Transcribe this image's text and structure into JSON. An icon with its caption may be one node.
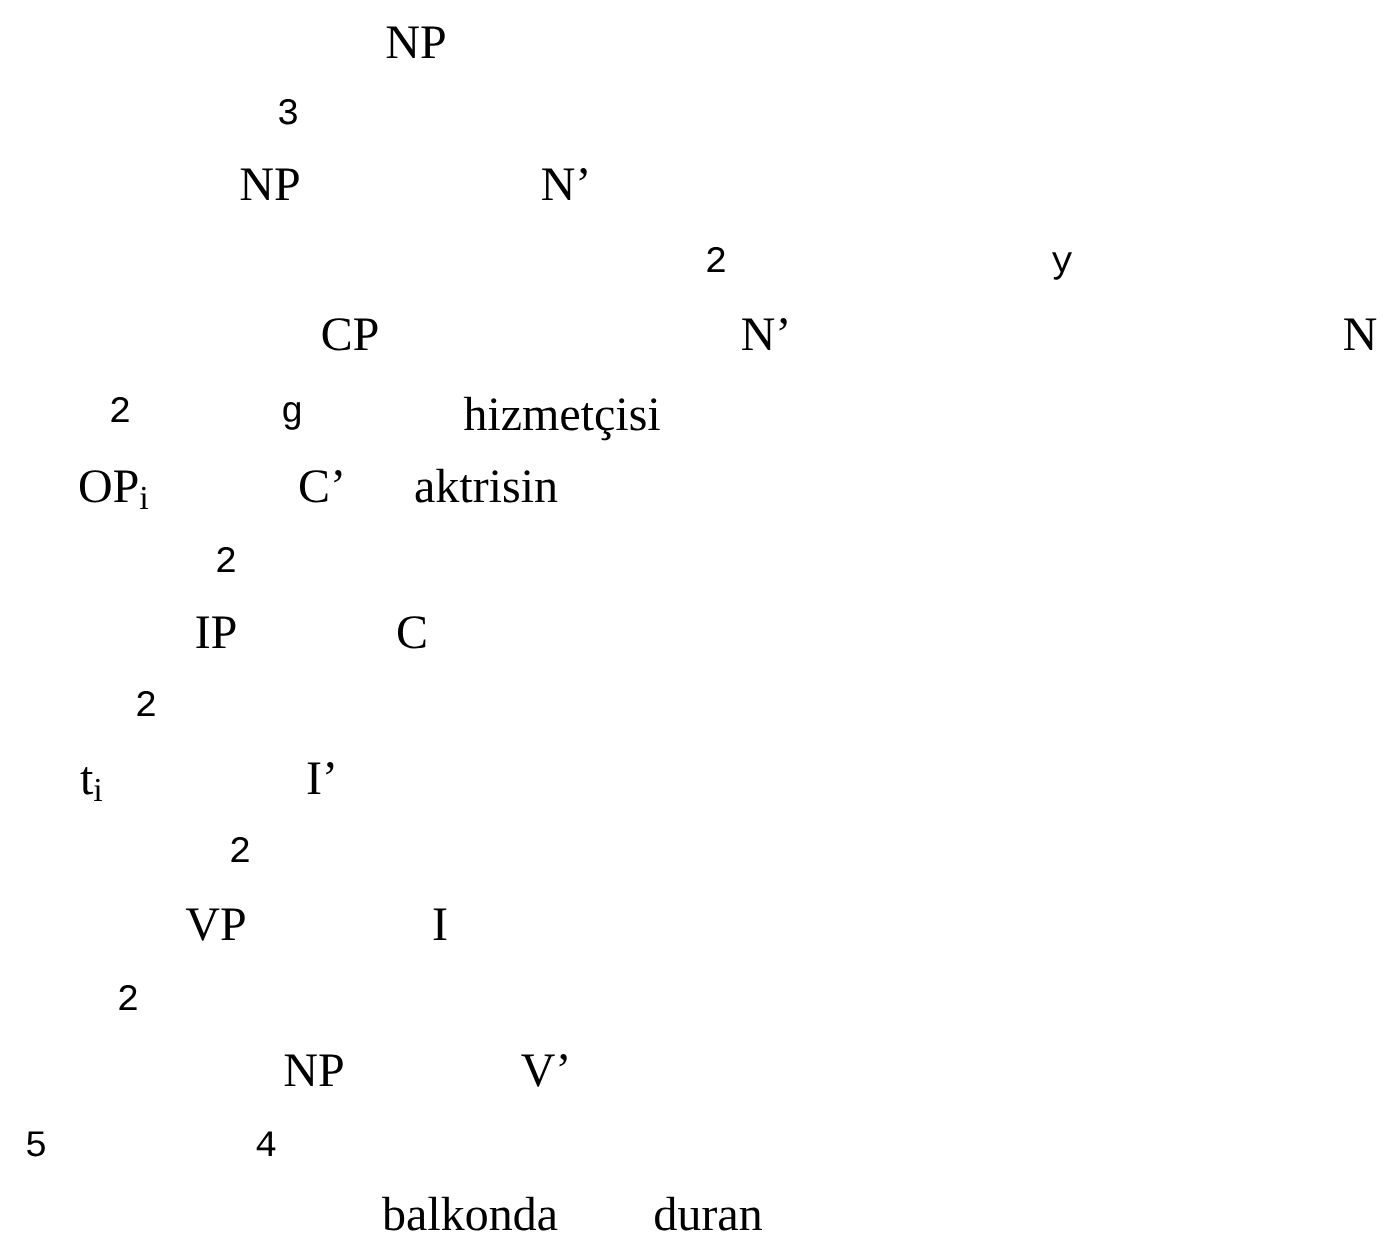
{
  "diagram": {
    "labels": [
      "NP",
      "3",
      "NP",
      "N’",
      "2",
      "y",
      "CP",
      "N’",
      "N",
      "2",
      "g",
      "hizmetçisi",
      "OP$_{i}$",
      "C’",
      "aktrisin",
      "2",
      "IP",
      "C",
      "2",
      "t$_{i}$",
      "I’",
      "2",
      "VP",
      "I",
      "2",
      "NP",
      "V’",
      "5",
      "4",
      "balkonda",
      "duran"
    ]
  }
}
